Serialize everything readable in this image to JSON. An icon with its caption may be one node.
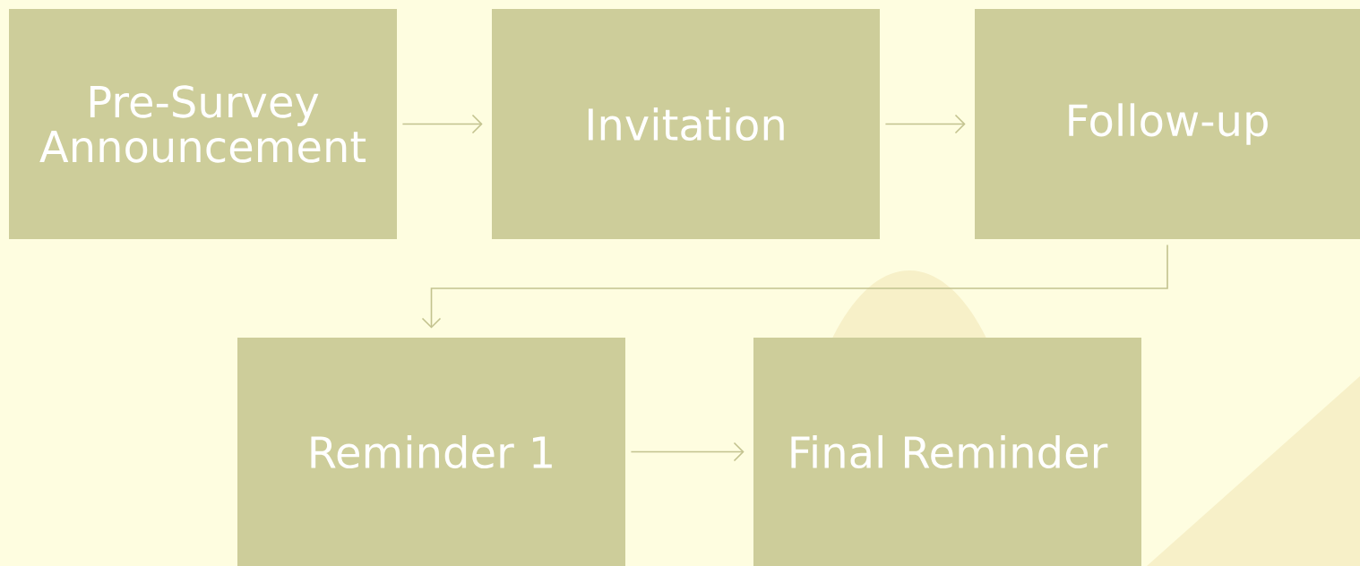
{
  "diagram": {
    "nodes": [
      {
        "text": [
          "Pre-Survey Announcement"
        ]
      },
      {
        "text": [
          "Invitation"
        ]
      },
      {
        "text": [
          "Follow-up"
        ]
      },
      {
        "text": [
          "Reminder 1"
        ]
      },
      {
        "text": [
          "Final Reminder"
        ]
      }
    ],
    "edges": [
      {
        "from": 0,
        "to": 1,
        "arrow": "to"
      },
      {
        "from": 1,
        "to": 2,
        "arrow": "to"
      },
      {
        "from": 2,
        "to": 3,
        "arrow": "to"
      },
      {
        "from": 3,
        "to": 4,
        "arrow": "to"
      }
    ]
  }
}
